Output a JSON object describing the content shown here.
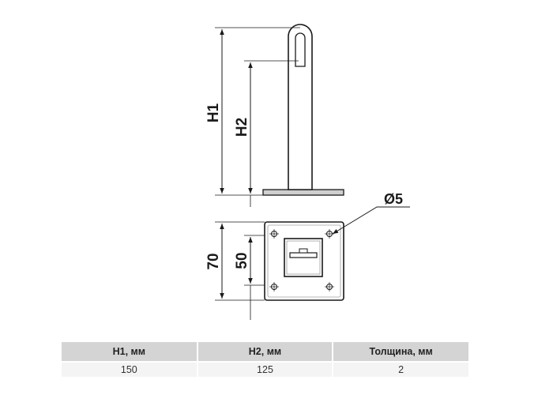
{
  "drawing": {
    "dim_h1": "H1",
    "dim_h2": "H2",
    "dim_70": "70",
    "dim_50": "50",
    "dim_hole": "Ø5"
  },
  "table": {
    "headers": [
      "H1, мм",
      "H2, мм",
      "Толщина, мм"
    ],
    "rows": [
      [
        "150",
        "125",
        "2"
      ]
    ]
  }
}
